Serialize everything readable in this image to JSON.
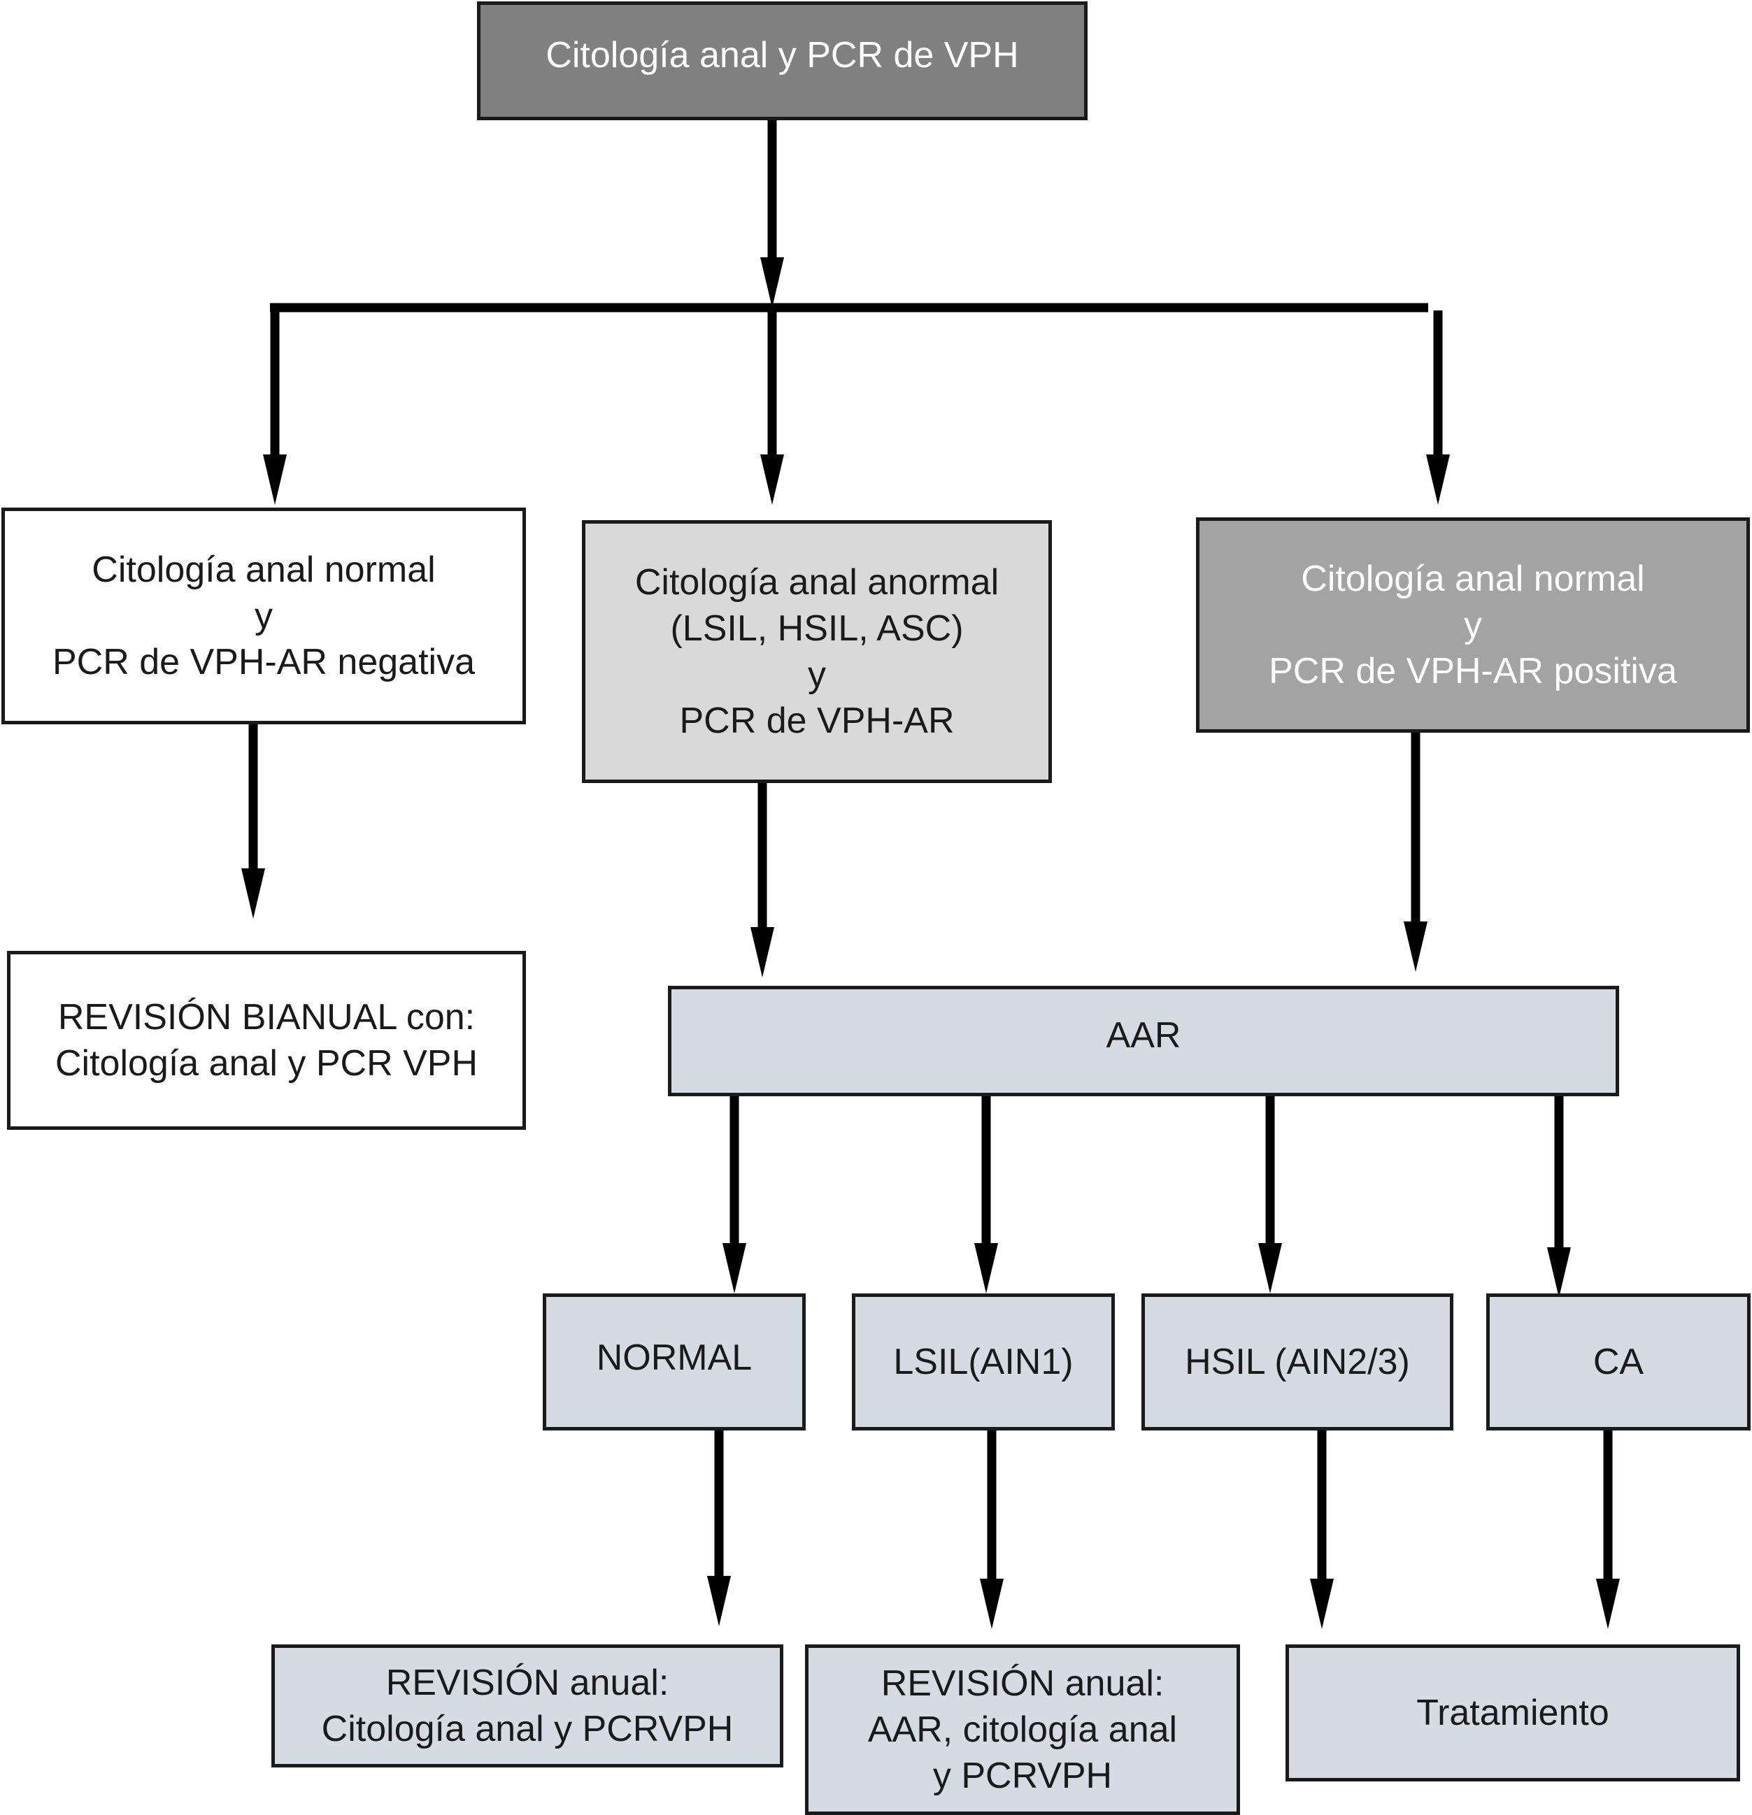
{
  "colors": {
    "root_fill": "#808080",
    "white_fill": "#ffffff",
    "light_fill": "#d9d9d9",
    "medium_fill": "#a3a3a3",
    "blue_fill": "#d5dbe3",
    "dark_text": "#1a1a1a",
    "light_text": "#ffffff",
    "stroke": "#000000"
  },
  "nodes": {
    "root": {
      "lines": [
        "Citología anal y PCR de VPH"
      ],
      "fill": "root_fill",
      "text": "light_text"
    },
    "normal_neg": {
      "lines": [
        "Citología anal normal",
        "y",
        "PCR de VPH-AR negativa"
      ],
      "fill": "white_fill",
      "text": "dark_text"
    },
    "abnormal": {
      "lines": [
        "Citología anal anormal",
        "(LSIL, HSIL, ASC)",
        "y",
        "PCR de VPH-AR"
      ],
      "fill": "light_fill",
      "text": "dark_text"
    },
    "normal_pos": {
      "lines": [
        "Citología anal normal",
        "y",
        "PCR de VPH-AR positiva"
      ],
      "fill": "medium_fill",
      "text": "light_text"
    },
    "biannual": {
      "lines": [
        "REVISIÓN BIANUAL con:",
        "Citología anal y PCR VPH"
      ],
      "fill": "white_fill",
      "text": "dark_text"
    },
    "aar": {
      "lines": [
        "AAR"
      ],
      "fill": "blue_fill",
      "text": "dark_text"
    },
    "res_normal": {
      "lines": [
        "NORMAL"
      ],
      "fill": "blue_fill",
      "text": "dark_text"
    },
    "res_lsil": {
      "lines": [
        "LSIL(AIN1)"
      ],
      "fill": "blue_fill",
      "text": "dark_text"
    },
    "res_hsil": {
      "lines": [
        "HSIL (AIN2/3)"
      ],
      "fill": "blue_fill",
      "text": "dark_text"
    },
    "res_ca": {
      "lines": [
        "CA"
      ],
      "fill": "blue_fill",
      "text": "dark_text"
    },
    "annual_1": {
      "lines": [
        "REVISIÓN anual:",
        "Citología anal y PCRVPH"
      ],
      "fill": "blue_fill",
      "text": "dark_text"
    },
    "annual_2": {
      "lines": [
        "REVISIÓN anual:",
        "AAR, citología anal",
        "y PCRVPH"
      ],
      "fill": "blue_fill",
      "text": "dark_text"
    },
    "treatment": {
      "lines": [
        "Tratamiento"
      ],
      "fill": "blue_fill",
      "text": "dark_text"
    }
  },
  "edges": [
    {
      "from": "root",
      "to": "normal_neg"
    },
    {
      "from": "root",
      "to": "abnormal"
    },
    {
      "from": "root",
      "to": "normal_pos"
    },
    {
      "from": "normal_neg",
      "to": "biannual"
    },
    {
      "from": "abnormal",
      "to": "aar"
    },
    {
      "from": "normal_pos",
      "to": "aar"
    },
    {
      "from": "aar",
      "to": "res_normal"
    },
    {
      "from": "aar",
      "to": "res_lsil"
    },
    {
      "from": "aar",
      "to": "res_hsil"
    },
    {
      "from": "aar",
      "to": "res_ca"
    },
    {
      "from": "res_normal",
      "to": "annual_1"
    },
    {
      "from": "res_lsil",
      "to": "annual_2"
    },
    {
      "from": "res_hsil",
      "to": "treatment"
    },
    {
      "from": "res_ca",
      "to": "treatment"
    }
  ]
}
